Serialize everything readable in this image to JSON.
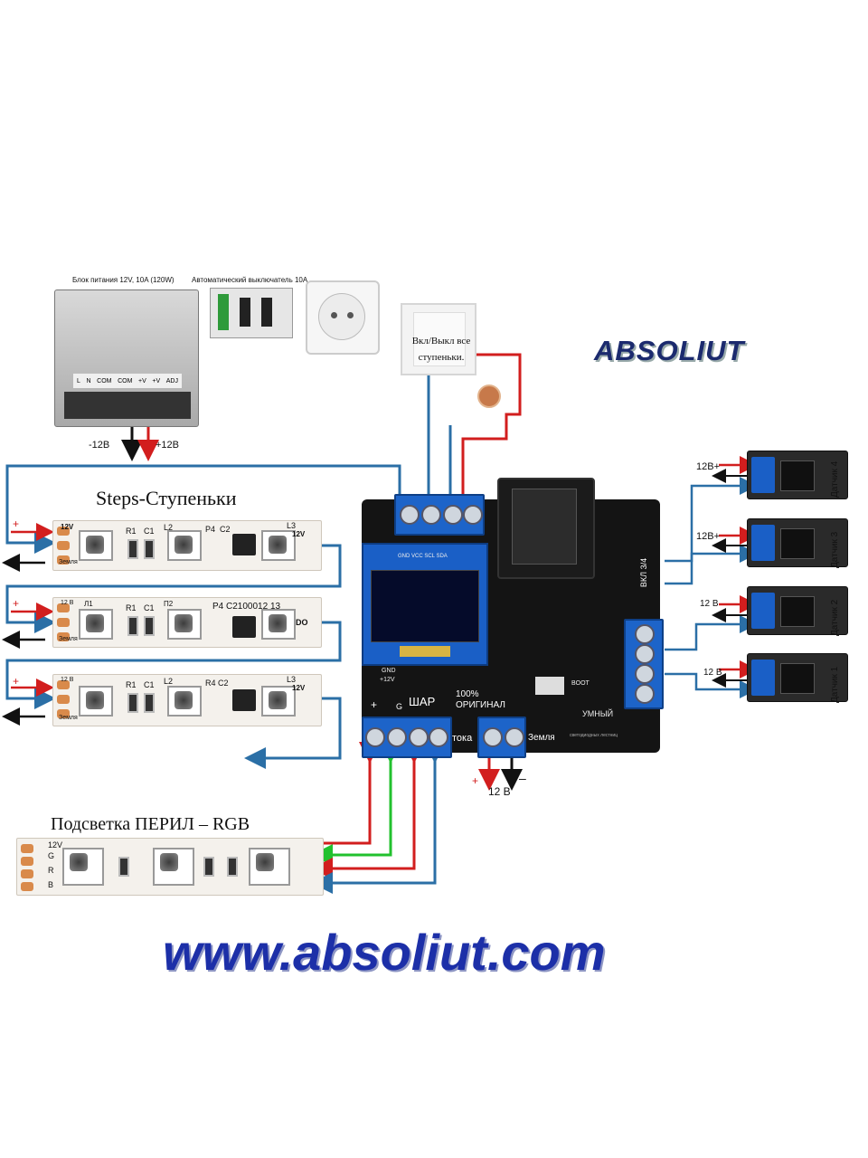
{
  "psu": {
    "title": "Блок питания 12V, 10A (120W)",
    "minus_label": "-12В",
    "plus_label": "+12В",
    "terminal_labels": [
      "L",
      "N",
      "COM",
      "COM",
      "+V",
      "+V"
    ],
    "adj_label": "ADJ"
  },
  "breaker": {
    "title": "Автоматический выключатель 10A"
  },
  "switch": {
    "label": "Вкл/Выкл все ступеньки."
  },
  "logo": {
    "text": "ABSOLIUT"
  },
  "steps": {
    "title": "Steps-Ступеньки",
    "strip1": {
      "voltage": "12V",
      "plus": "+",
      "minus": "–",
      "ground": "Земля",
      "labels": [
        "R1",
        "C1",
        "L2",
        "P4",
        "C2",
        "L3",
        "12V"
      ]
    },
    "strip2": {
      "voltage": "12 В",
      "plus": "+",
      "minus": "–",
      "ground": "Земля",
      "labels": [
        "Л1",
        "R1",
        "C1",
        "П2",
        "P4 C2100012 13",
        "DO"
      ]
    },
    "strip3": {
      "voltage": "12 В",
      "plus": "+",
      "minus": "–",
      "ground": "Земля",
      "labels": [
        "R1",
        "C1",
        "L2",
        "R4 C2",
        "L3",
        "12V"
      ]
    }
  },
  "controller": {
    "oled_pins": "GND VCC SCL SDA",
    "gnd_label": "GND",
    "v12_label": "+12V",
    "shar": "ШАР",
    "original": "100% ОРИГИНАЛ",
    "umny": "УМНЫЙ",
    "toka": "тока",
    "zemlya": "Земля",
    "vkl": "ВКЛ 3/4",
    "g_label": "G",
    "plus_label": "+",
    "boot": "BOOT",
    "bottom_text": "светодиодных лестниц"
  },
  "power_in": {
    "label": "12 В",
    "plus": "+",
    "minus": "–"
  },
  "sensors": [
    {
      "name": "Датчик 4",
      "supply": "12В+",
      "minus": "-"
    },
    {
      "name": "Датчик 3",
      "supply": "12В+",
      "minus": "-"
    },
    {
      "name": "Датчик 2",
      "supply": "12 В",
      "minus": "-"
    },
    {
      "name": "Датчик 1",
      "supply": "12 В",
      "minus": "-"
    }
  ],
  "rgb": {
    "title": "Подсветка ПЕРИЛ – RGB",
    "pins": [
      "12V",
      "G",
      "R",
      "B"
    ]
  },
  "website": {
    "text": "www.absoliut.com"
  },
  "colors": {
    "wire_blue": "#2b6fa6",
    "wire_red": "#d21e1e",
    "wire_green": "#22c12e",
    "terminal_blue": "#1d64c9",
    "board_black": "#141414",
    "site_blue": "#1c2fa8"
  }
}
